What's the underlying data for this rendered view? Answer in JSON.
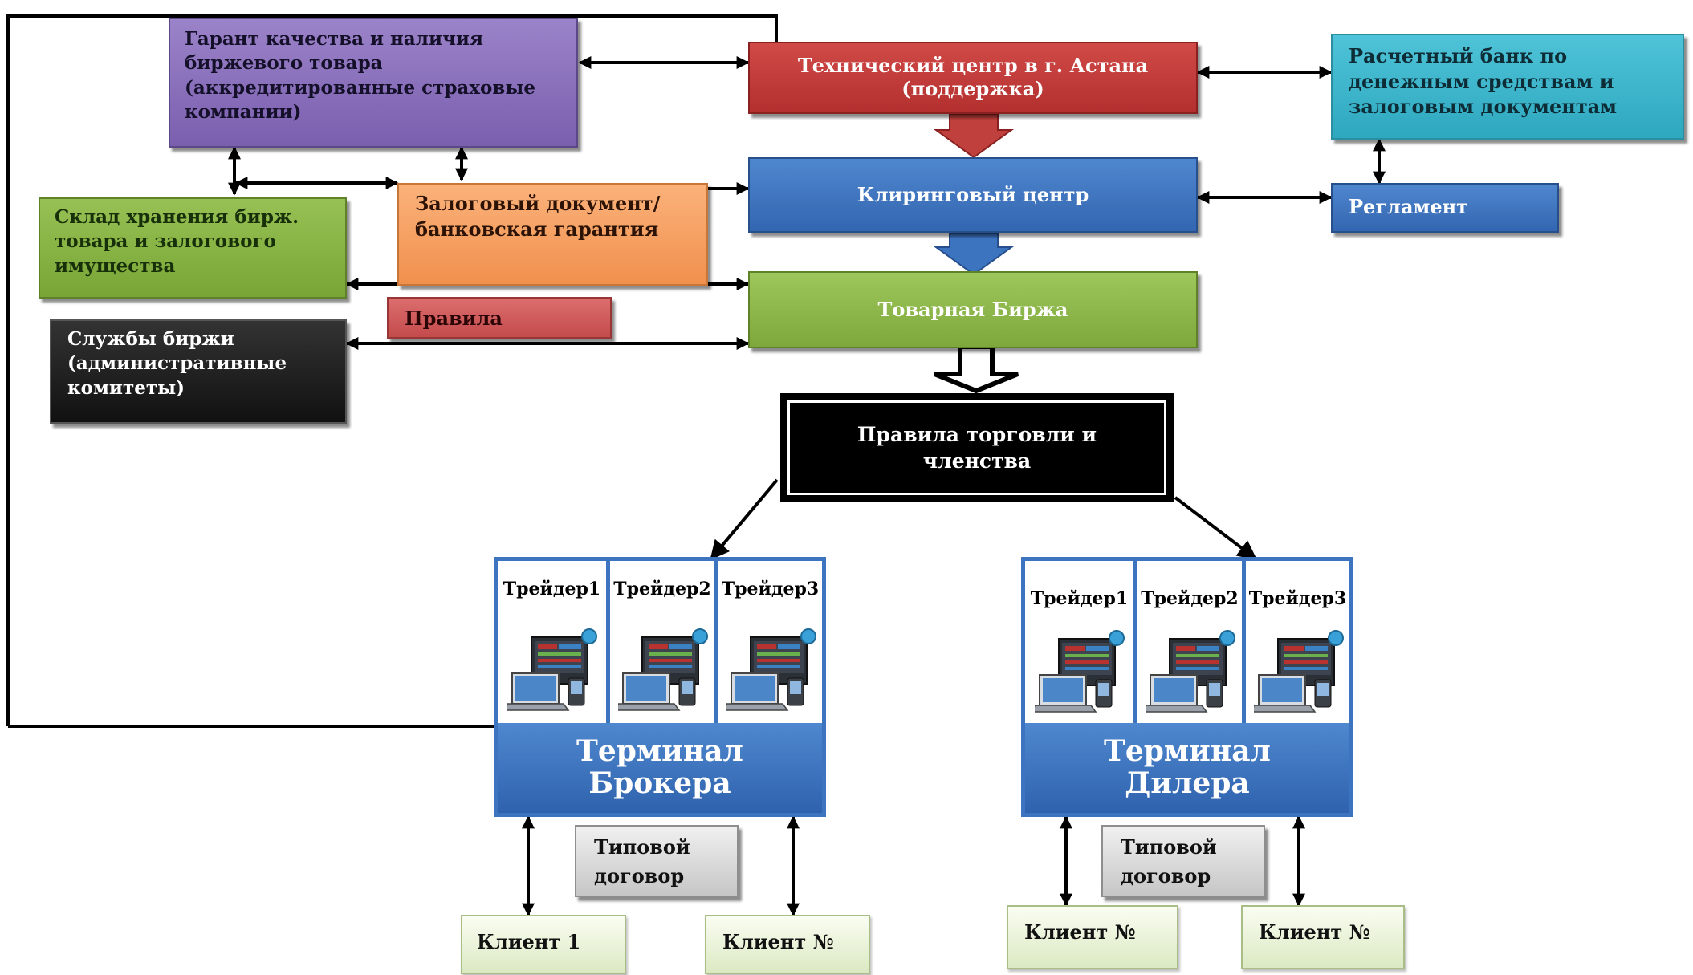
{
  "nodes": {
    "guarantor": "Гарант качества и наличия биржевого товара (аккредитированные страховые компании)",
    "tech_center": "Технический центр в г. Астана (поддержка)",
    "settlement_bank": "Расчетный банк по денежным средствам и залоговым документам",
    "clearing_center": "Клиринговый центр",
    "regulation": "Регламент",
    "warehouse": "Склад хранения бирж. товара и залогового имущества",
    "collateral": "Залоговый документ/банковская гарантия",
    "commodity_exchange": "Товарная Биржа",
    "rules": "Правила",
    "exchange_services": "Службы биржи (административные комитеты)",
    "trading_rules": "Правила торговли и членства"
  },
  "broker_terminal": {
    "title_line1": "Терминал",
    "title_line2": "Брокера",
    "traders": [
      "Трейдер1",
      "Трейдер2",
      "Трейдер3"
    ]
  },
  "dealer_terminal": {
    "title_line1": "Терминал",
    "title_line2": "Дилера",
    "traders": [
      "Трейдер1",
      "Трейдер2",
      "Трейдер3"
    ]
  },
  "contracts": {
    "broker": "Типовой договор",
    "dealer": "Типовой договор"
  },
  "clients": {
    "broker_1": "Клиент 1",
    "broker_n": "Клиент №",
    "dealer_1": "Клиент №",
    "dealer_n": "Клиент №"
  },
  "colors": {
    "purple": "#8b70bd",
    "red": "#c0403e",
    "cyan": "#3fb7cd",
    "blue": "#3d74c0",
    "green": "#8cb84a",
    "orange": "#f6a061",
    "black": "#000000"
  },
  "icons": [
    "trading-workstation-icon"
  ]
}
